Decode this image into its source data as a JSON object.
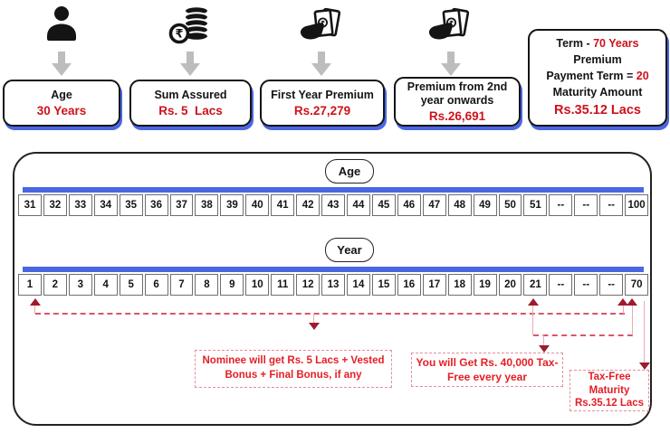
{
  "colors": {
    "brand_red": "#CE121B",
    "bright_red": "#E41E25",
    "dark_red_arrow": "#9E1B2E",
    "dashed_line_pink": "#D9556A",
    "light_pink_line": "#ECAAB2",
    "accent_blue": "#4A67E2",
    "gray_arrow": "#BDBDBD"
  },
  "summary": {
    "items": [
      {
        "icon": "person-icon",
        "label": "Age",
        "value": "30 Years"
      },
      {
        "icon": "rupee-coins-icon",
        "label": "Sum Assured",
        "value": "Rs. 5  Lacs"
      },
      {
        "icon": "hand-money-icon",
        "label": "First Year Premium",
        "value": "Rs.27,279"
      },
      {
        "icon": "hand-money-icon",
        "label": "Premium from 2nd year onwards",
        "value": "Rs.26,691"
      }
    ],
    "term_box": {
      "term_label": "Term  - ",
      "term_value": "70 Years",
      "premium_label": "Premium",
      "payment_term_label": "Payment Term = ",
      "payment_term_value": "20",
      "maturity_label": "Maturity Amount",
      "maturity_value": "Rs.35.12 Lacs"
    }
  },
  "timeline": {
    "age_label": "Age",
    "age_cells": [
      "31",
      "32",
      "33",
      "34",
      "35",
      "36",
      "37",
      "38",
      "39",
      "40",
      "41",
      "42",
      "43",
      "44",
      "45",
      "46",
      "47",
      "48",
      "49",
      "50",
      "51",
      "--",
      "--",
      "--",
      "100"
    ],
    "year_label": "Year",
    "year_cells": [
      "1",
      "2",
      "3",
      "4",
      "5",
      "6",
      "7",
      "8",
      "9",
      "10",
      "11",
      "12",
      "13",
      "14",
      "15",
      "16",
      "17",
      "18",
      "19",
      "20",
      "21",
      "--",
      "--",
      "--",
      "70"
    ]
  },
  "annotations": {
    "nominee": "Nominee will get Rs. 5 Lacs + Vested Bonus + Final Bonus, if any",
    "payout": "You will Get Rs. 40,000 Tax-Free every year",
    "maturity": [
      "Tax-Free",
      "Maturity",
      "Rs.35.12 Lacs"
    ]
  }
}
